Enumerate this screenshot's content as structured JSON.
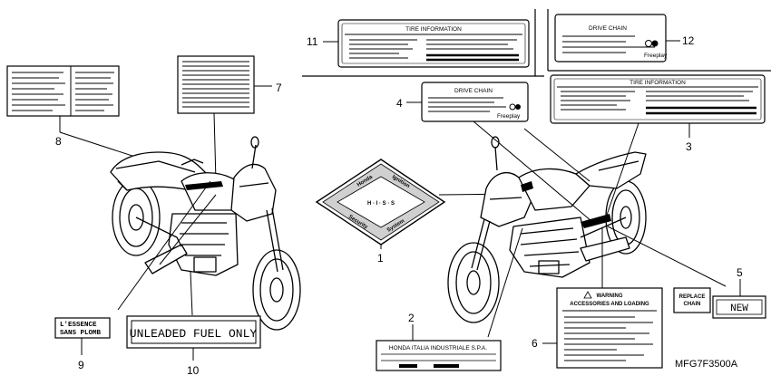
{
  "callouts": {
    "c1": "1",
    "c2": "2",
    "c3": "3",
    "c4": "4",
    "c5": "5",
    "c6": "6",
    "c7": "7",
    "c8": "8",
    "c9": "9",
    "c10": "10",
    "c11": "11",
    "c12": "12"
  },
  "labels": {
    "tire_information": "TIRE INFORMATION",
    "drive_chain": "DRIVE CHAIN",
    "freeplay": "Freeplay",
    "warning": "WARNING",
    "accessories_loading": "ACCESSORIES AND LOADING",
    "replace_chain_1": "REPLACE",
    "replace_chain_2": "CHAIN",
    "new": "NEW",
    "essence_1": "L'ESSENCE",
    "essence_2": "SANS PLOMB",
    "unleaded": "UNLEADED FUEL ONLY",
    "honda_italia": "HONDA ITALIA INDUSTRIALE S.P.A.",
    "emblem_honda": "Honda",
    "emblem_ignition": "Ignition",
    "emblem_hiss": "H · I · S · S",
    "emblem_security": "Security",
    "emblem_system": "System"
  },
  "diagram_code": "MFG7F3500A",
  "colors": {
    "ink": "#000000",
    "paper": "#ffffff",
    "shade": "#9a9a9a"
  }
}
